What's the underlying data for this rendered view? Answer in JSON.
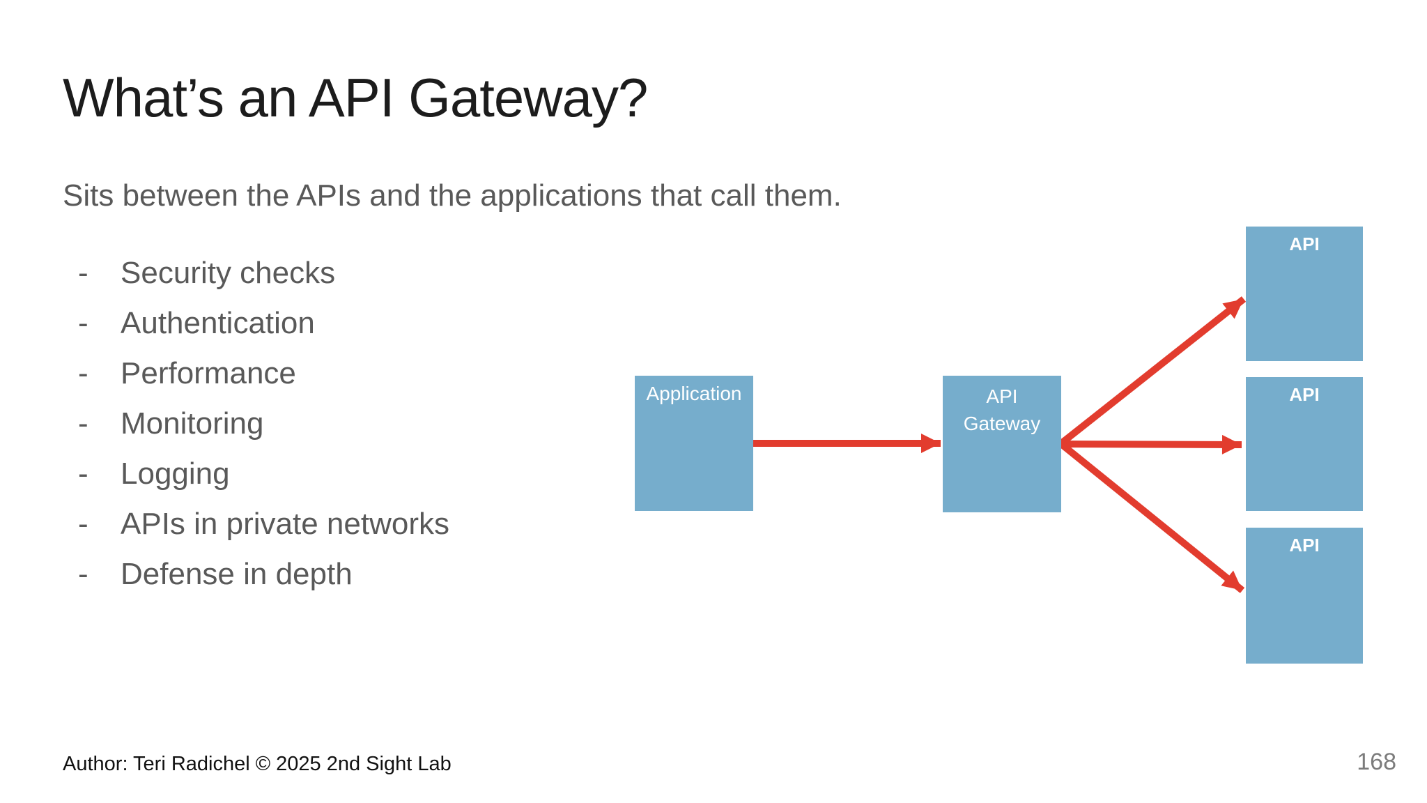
{
  "slide": {
    "title": "What’s an API Gateway?",
    "subtitle": "Sits between the APIs and the applications that call them.",
    "bullet_marker": "-",
    "bullets": [
      "Security checks",
      "Authentication",
      "Performance",
      "Monitoring",
      "Logging",
      "APIs in private networks",
      "Defense in depth"
    ],
    "footer": "Author: Teri Radichel © 2025 2nd Sight Lab",
    "page_number": "168"
  },
  "diagram": {
    "application_label": "Application",
    "gateway_label": "API Gateway",
    "api_labels": [
      "API",
      "API",
      "API"
    ],
    "colors": {
      "box_fill": "#76ADCC",
      "box_text": "#FFFFFF",
      "arrow_red": "#E23C2E"
    }
  }
}
